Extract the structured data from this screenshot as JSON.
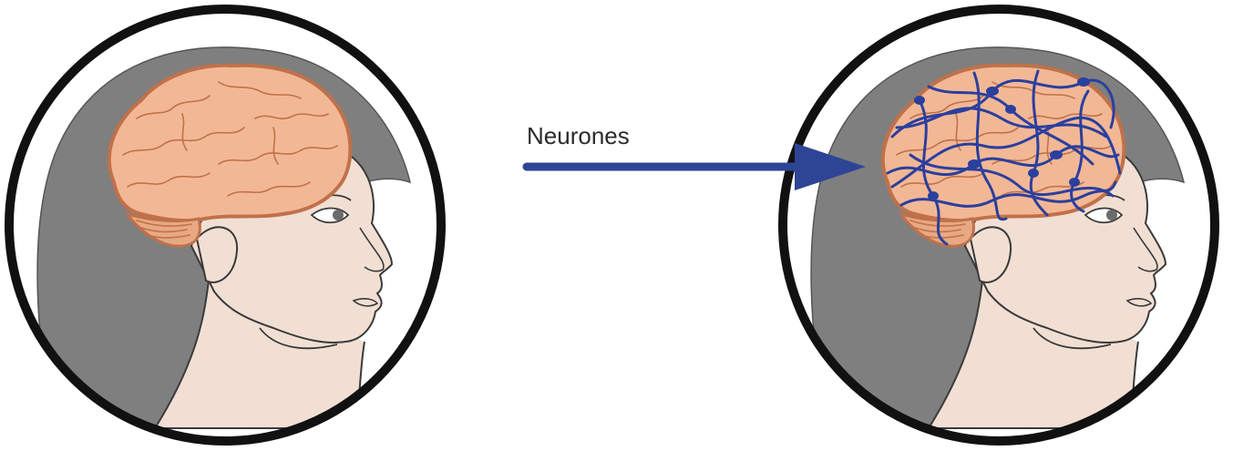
{
  "diagram": {
    "arrow_label": "Neurones",
    "colors": {
      "background": "#ffffff",
      "frame": "#111111",
      "hair": "#7f7f7f",
      "skin": "#f2dfd4",
      "skin_outline": "#3a3a3a",
      "brain_fill": "#f2b896",
      "brain_outline": "#c0714a",
      "cerebellum": "#e7a983",
      "neuron": "#2b3f9e",
      "arrow": "#2e4596"
    },
    "panels": [
      {
        "id": "before",
        "shows_neurons": false
      },
      {
        "id": "after",
        "shows_neurons": true
      }
    ]
  }
}
